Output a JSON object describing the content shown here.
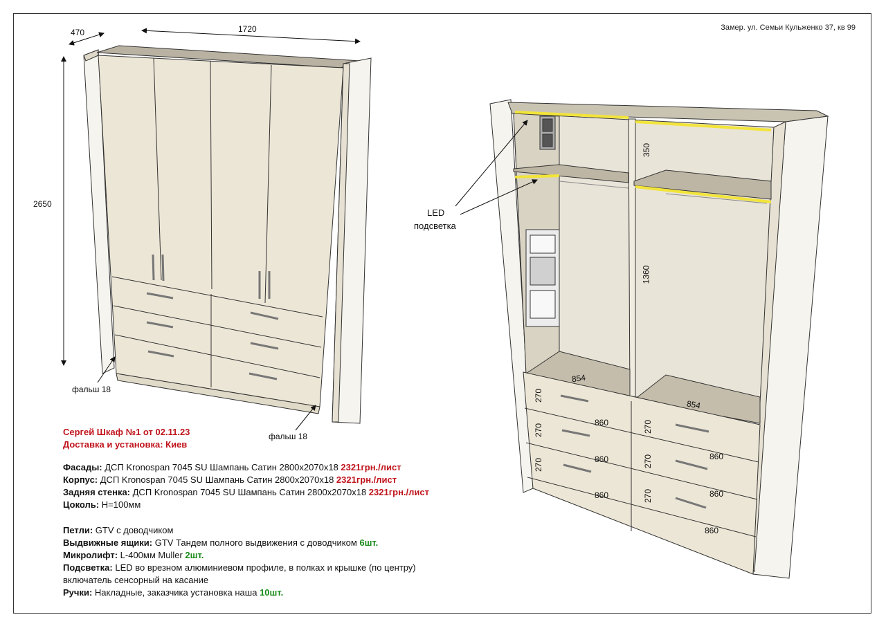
{
  "header": {
    "address": "Замер. ул. Семьи Кульженко 37, кв 99"
  },
  "colors": {
    "accent_red": "#c0141c",
    "accent_green": "#1b8a1b",
    "panel": "#ece6d6",
    "led": "#f2e43a"
  },
  "left_view": {
    "dim_depth": "470",
    "dim_width": "1720",
    "dim_height": "2650",
    "falsh_left": "фальш 18",
    "falsh_right": "фальш 18"
  },
  "right_view": {
    "led_label_1": "LED",
    "led_label_2": "подсветка",
    "dim_350": "350",
    "dim_1360": "1360",
    "dim_854_a": "854",
    "dim_854_b": "854",
    "drawer_h": "270",
    "drawer_w": "860"
  },
  "title": {
    "line1": "Сергей Шкаф №1 от 02.11.23",
    "line2": "Доставка и установка: Киев"
  },
  "specs": {
    "facades_label": "Фасады:",
    "facades_text": " ДСП Kronospan 7045 SU Шампань Сатин 2800х2070х18 ",
    "facades_price": "2321грн./лист",
    "body_label": "Корпус:",
    "body_text": " ДСП Kronospan 7045 SU Шампань Сатин 2800х2070х18 ",
    "body_price": "2321грн./лист",
    "back_label": "Задняя стенка:",
    "back_text": " ДСП Kronospan 7045 SU Шампань Сатин 2800х2070х18 ",
    "back_price": "2321грн./лист",
    "plinth_label": "Цоколь:",
    "plinth_text": " Н=100мм",
    "hinges_label": "Петли:",
    "hinges_text": " GTV с доводчиком",
    "drawers_label": "Выдвижные ящики:",
    "drawers_text": " GTV Тандем полного выдвижения с доводчиком ",
    "drawers_qty": "6шт.",
    "lift_label": "Микролифт:",
    "lift_text": " L-400мм Muller ",
    "lift_qty": "2шт.",
    "light_label": "Подсветка:",
    "light_text": " LED во врезном алюминиевом профиле, в полках и крышке (по центру)",
    "light_text2": "включатель сенсорный на касание",
    "handles_label": "Ручки:",
    "handles_text": " Накладные, заказчика установка наша ",
    "handles_qty": "10шт."
  }
}
